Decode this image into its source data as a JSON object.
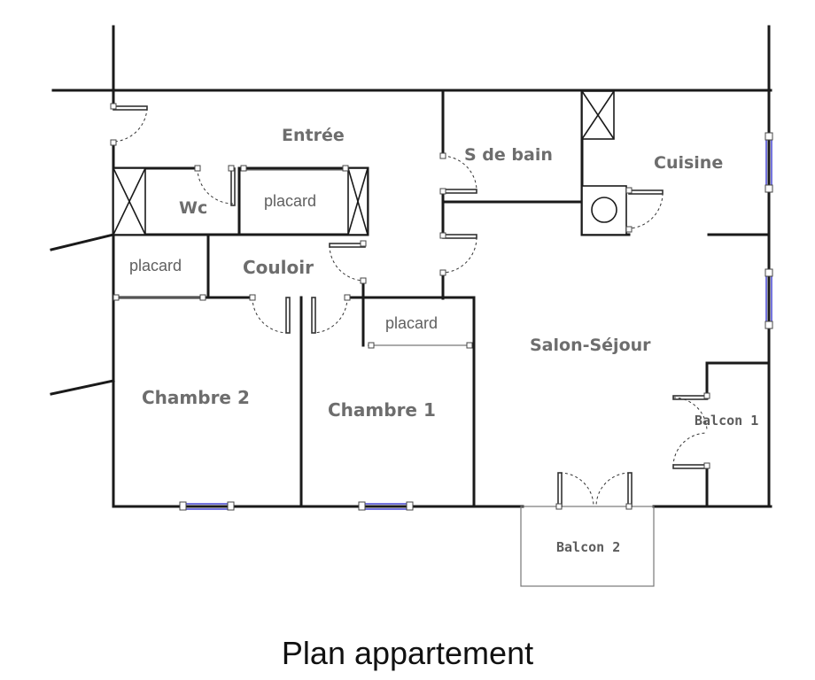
{
  "rooms": {
    "entree": "Entrée",
    "s_de_bain": "S de bain",
    "cuisine": "Cuisine",
    "wc": "Wc",
    "placard_wc": "placard",
    "placard_left": "placard",
    "couloir": "Couloir",
    "placard_chambre1": "placard",
    "salon": "Salon-Séjour",
    "balcon1": "Balcon 1",
    "chambre2": "Chambre 2",
    "chambre1": "Chambre 1",
    "balcon2": "Balcon 2"
  },
  "caption": "Plan appartement"
}
